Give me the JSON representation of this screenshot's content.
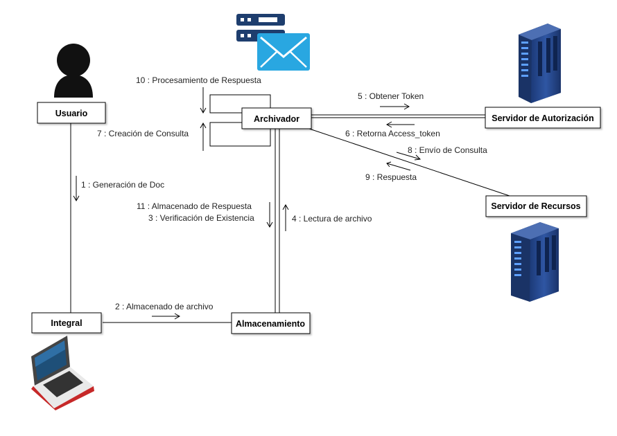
{
  "nodes": {
    "usuario": "Usuario",
    "archivador": "Archivador",
    "servidor_autorizacion": "Servidor de Autorización",
    "servidor_recursos": "Servidor de Recursos",
    "integral": "Integral",
    "almacenamiento": "Almacenamiento"
  },
  "messages": {
    "m1": "1 : Generación de Doc",
    "m2": "2 : Almacenado de archivo",
    "m3": "3 : Verificación de Existencia",
    "m4": "4 : Lectura de archivo",
    "m5": "5 : Obtener Token",
    "m6": "6 : Retorna Access_token",
    "m7": "7 : Creación de Consulta",
    "m8": "8 : Envío de Consulta",
    "m9": "9 : Respuesta",
    "m10": "10 : Procesamiento de Respuesta",
    "m11": "11 : Almacenado de Respuesta"
  },
  "icons": {
    "user": "user-icon",
    "mail_server": "mail-server-icon",
    "auth_server": "server-icon",
    "resource_server": "server-icon",
    "laptop": "laptop-icon"
  },
  "colors": {
    "server_blue": "#2b4a8a",
    "mail_blue": "#29a7e1",
    "laptop_red": "#c62828"
  }
}
